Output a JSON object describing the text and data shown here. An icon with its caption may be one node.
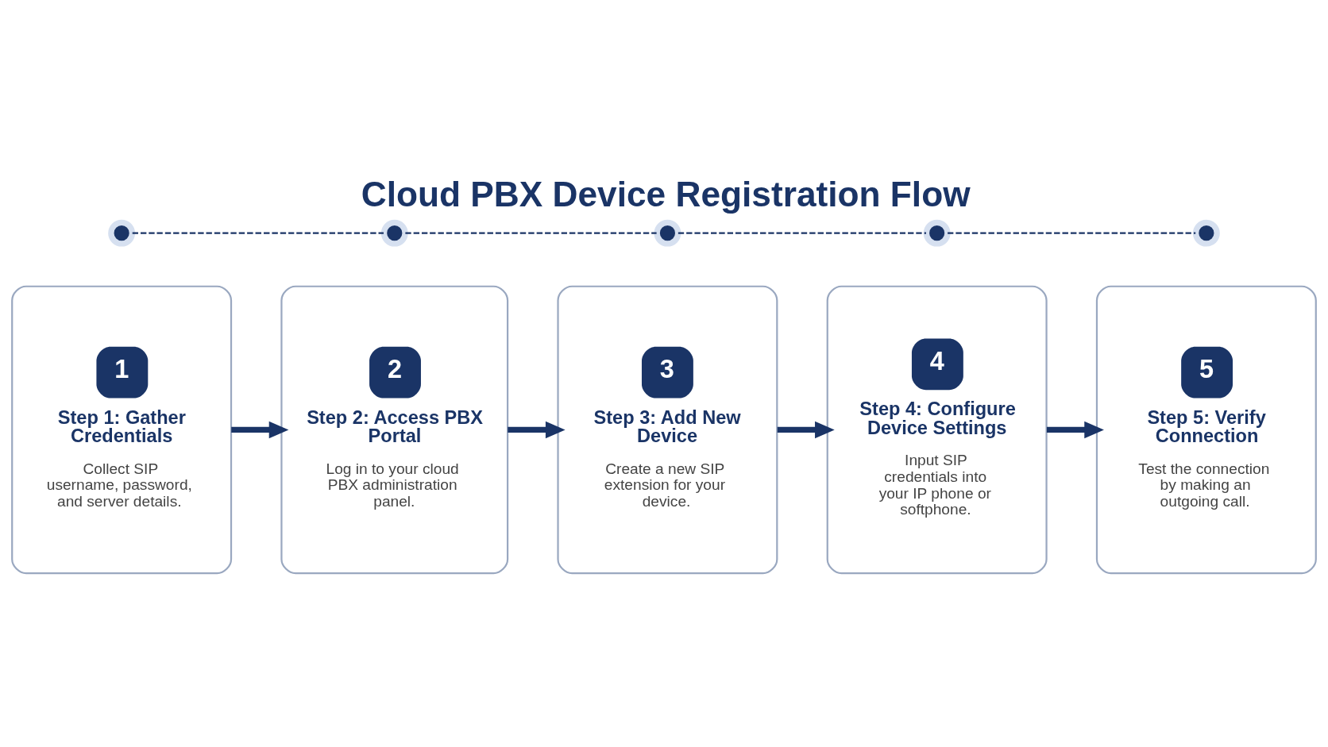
{
  "diagram": {
    "title": "Cloud PBX Device Registration Flow",
    "nodes": [
      {
        "text": [
          "1",
          "Step 1: Gather Credentials",
          "Collect SIP username, password, and server details."
        ]
      },
      {
        "text": [
          "2",
          "Step 2: Access PBX Portal",
          "Log in to your cloud PBX administration panel."
        ]
      },
      {
        "text": [
          "3",
          "Step 3: Add New Device",
          "Create a new SIP extension for your device."
        ]
      },
      {
        "text": [
          "4",
          "Step 4: Configure Device Settings",
          "Input SIP credentials into your IP phone or softphone."
        ]
      },
      {
        "text": [
          "5",
          "Step 5: Verify Connection",
          "Test the connection by making an outgoing call."
        ]
      },
      {
        "text": [],
        "shape": "circle"
      },
      {
        "text": [],
        "shape": "circle"
      },
      {
        "text": [],
        "shape": "circle"
      },
      {
        "text": [],
        "shape": "circle"
      },
      {
        "text": [],
        "shape": "circle"
      }
    ],
    "edges": [
      {
        "from": 0,
        "to": 1,
        "arrow": "to",
        "style": "thick"
      },
      {
        "from": 1,
        "to": 2,
        "arrow": "to",
        "style": "thick"
      },
      {
        "from": 2,
        "to": 3,
        "arrow": "to",
        "style": "thick"
      },
      {
        "from": 3,
        "to": 4,
        "arrow": "to",
        "style": "thick"
      },
      {
        "from": 5,
        "to": 6,
        "arrow": "none",
        "style": "dashed"
      },
      {
        "from": 6,
        "to": 7,
        "arrow": "none",
        "style": "dashed"
      },
      {
        "from": 7,
        "to": 8,
        "arrow": "none",
        "style": "dashed"
      },
      {
        "from": 8,
        "to": 9,
        "arrow": "none",
        "style": "dashed"
      }
    ]
  }
}
